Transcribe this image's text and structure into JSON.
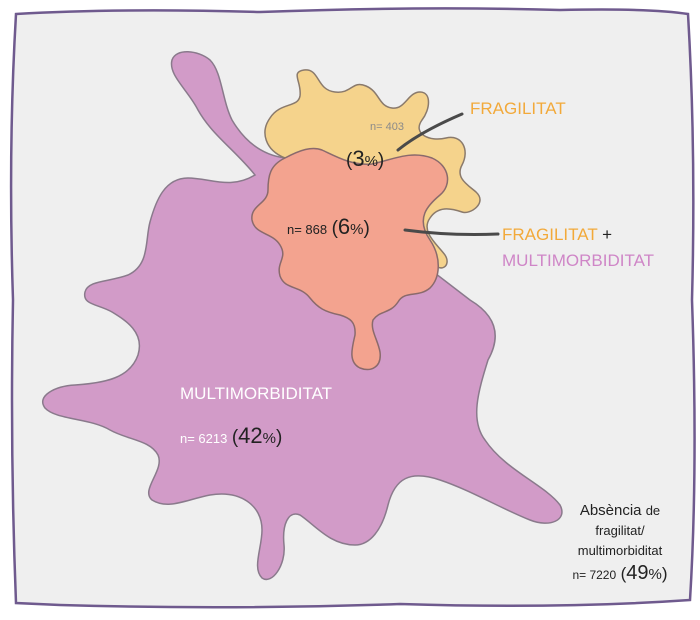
{
  "colors": {
    "background": "#efefef",
    "border": "#6f5a8e",
    "multimorbidity": "#d29bc8",
    "frailty": "#f5d38c",
    "overlap": "#f3a38f",
    "frailty_text": "#f2a93a",
    "multimorbidity_text": "#cf86c7",
    "white_text": "#ffffff",
    "dark_text": "#222222",
    "small_text": "#8a8a8a"
  },
  "labels": {
    "frailty_title": "FRAGILITAT",
    "combo_frailty": "FRAGILITAT",
    "combo_plus": "+",
    "combo_multimorbidity": "MULTIMORBIDITAT",
    "multimorbidity_title": "MULTIMORBIDITAT"
  },
  "groups": {
    "frailty": {
      "n_label": "n= 403",
      "paren_open": "(",
      "pct_number": "3",
      "pct_symbol": "%",
      "paren_close": ")"
    },
    "overlap": {
      "n_label": "n= 868",
      "paren_open": "(",
      "pct_number": "6",
      "pct_symbol": "%",
      "paren_close": ")"
    },
    "multimorbidity": {
      "n_label": "n= 6213",
      "paren_open": "(",
      "pct_number": "42",
      "pct_symbol": "%",
      "paren_close": ")"
    },
    "absence": {
      "line1_word": "Absència",
      "line1_rest": "de",
      "line2": "fragilitat/",
      "line3": "multimorbiditat",
      "n_label": "n= 7220",
      "paren_open": "(",
      "pct_number": "49",
      "pct_symbol": "%",
      "paren_close": ")"
    }
  }
}
